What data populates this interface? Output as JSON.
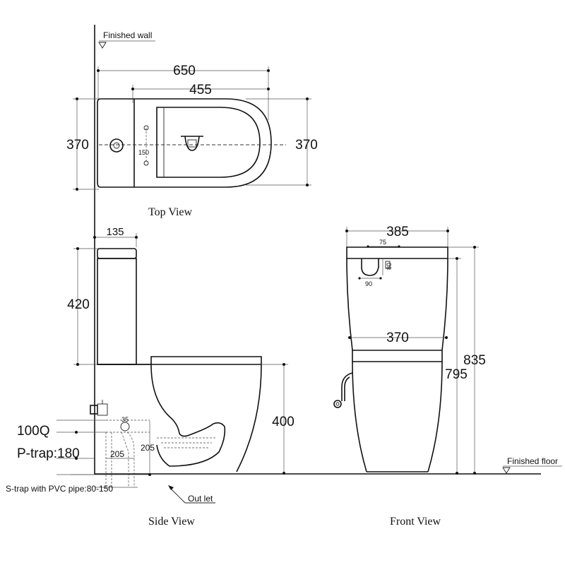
{
  "labels": {
    "finished_wall": "Finished wall",
    "finished_floor": "Finished floor",
    "top_view": "Top View",
    "side_view": "Side View",
    "front_view": "Front View",
    "out_let": "Out let",
    "s_trap": "S-trap with PVC pipe:80-150",
    "p_trap": "P-trap:180",
    "hundred_q": "100Q"
  },
  "dimensions": {
    "top_length": "650",
    "top_bowl": "455",
    "top_width_left": "370",
    "top_width_right": "370",
    "top_holes": "150",
    "side_tank_depth": "135",
    "side_tank_height": "420",
    "side_bowl_height": "400",
    "side_205a": "205",
    "side_205b": "205",
    "side_35": "35",
    "front_width": "385",
    "front_75": "75",
    "front_80": "80",
    "front_90": "90",
    "front_bowl_width": "370",
    "front_795": "795",
    "front_835": "835"
  }
}
